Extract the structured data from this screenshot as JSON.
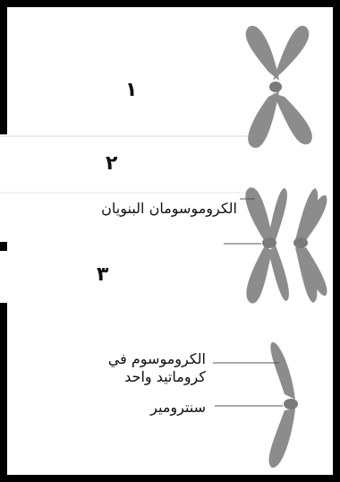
{
  "colors": {
    "border": "#000000",
    "chromosome": "#8c8c8c",
    "centromere": "#7a7a7a",
    "leader": "#555555",
    "text": "#111111",
    "background": "#ffffff"
  },
  "stages": [
    {
      "number": "١"
    },
    {
      "number": "٢",
      "labels": {
        "top": "الكروموسومان البنويان"
      }
    },
    {
      "number": "٣",
      "labels": {
        "chromosome_line1": "الكروموسوم في",
        "chromosome_line2": "كروماتيد واحد",
        "centromere": "سنترومير"
      }
    }
  ]
}
